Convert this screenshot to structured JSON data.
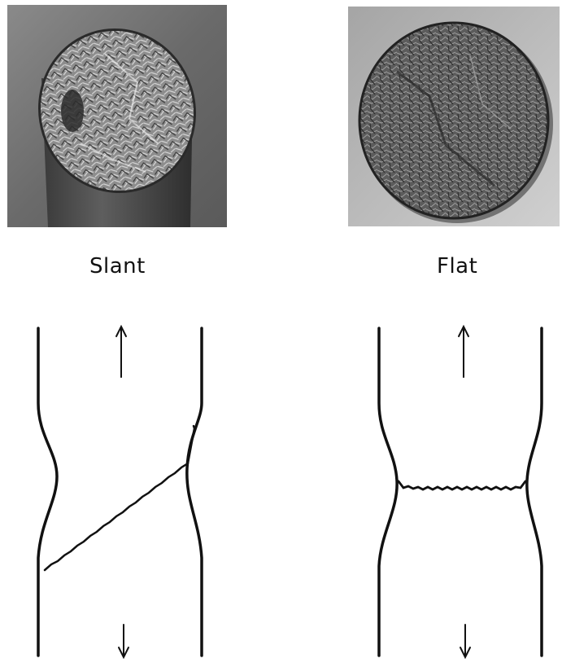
{
  "panels": [
    {
      "id": "slant",
      "label": "Slant",
      "photo_icon": "slant-fracture-photo",
      "diagram_icon": "slant-fracture-diagram"
    },
    {
      "id": "flat",
      "label": "Flat",
      "photo_icon": "flat-fracture-photo",
      "diagram_icon": "flat-fracture-diagram"
    }
  ],
  "colors": {
    "background": "#ffffff",
    "line": "#111111",
    "photo_background_slant": "#6e6e6e",
    "photo_background_flat": "#b9b9b9"
  }
}
